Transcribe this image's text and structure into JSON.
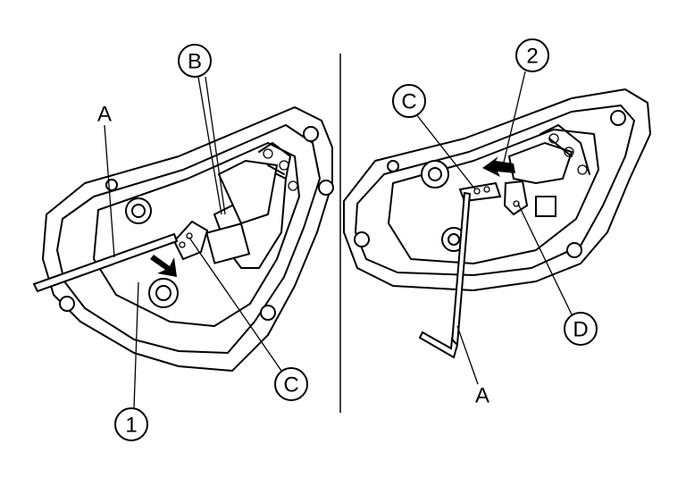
{
  "diagram": {
    "left_panel": {
      "labels": {
        "a": "A",
        "b": "B",
        "c": "C",
        "one": "1"
      }
    },
    "right_panel": {
      "labels": {
        "c": "C",
        "two": "2",
        "d": "D",
        "a": "A"
      }
    }
  }
}
